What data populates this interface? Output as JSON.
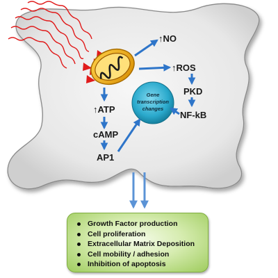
{
  "labels": {
    "no": "↑NO",
    "ros": "↑ROS",
    "pkd": "PKD",
    "nfkb": "NF-kB",
    "atp": "↑ATP",
    "camp": "cAMP",
    "ap1": "AP1"
  },
  "nucleus": {
    "line1": "Gene",
    "line2": "transcription",
    "line3": "changes"
  },
  "outcomes": [
    "Growth Factor production",
    "Cell proliferation",
    "Extracellular Matrix Deposition",
    "Cell mobility / adhesion",
    "Inhibition of apoptosis"
  ],
  "colors": {
    "arrow": "#2e75c9",
    "radiation": "#e01b1b",
    "mitochondrion_outer": "#e8a400",
    "nucleus": "#2aa9cc",
    "cell": "#e6e6e6",
    "outcome_box": "#b8dc88"
  }
}
